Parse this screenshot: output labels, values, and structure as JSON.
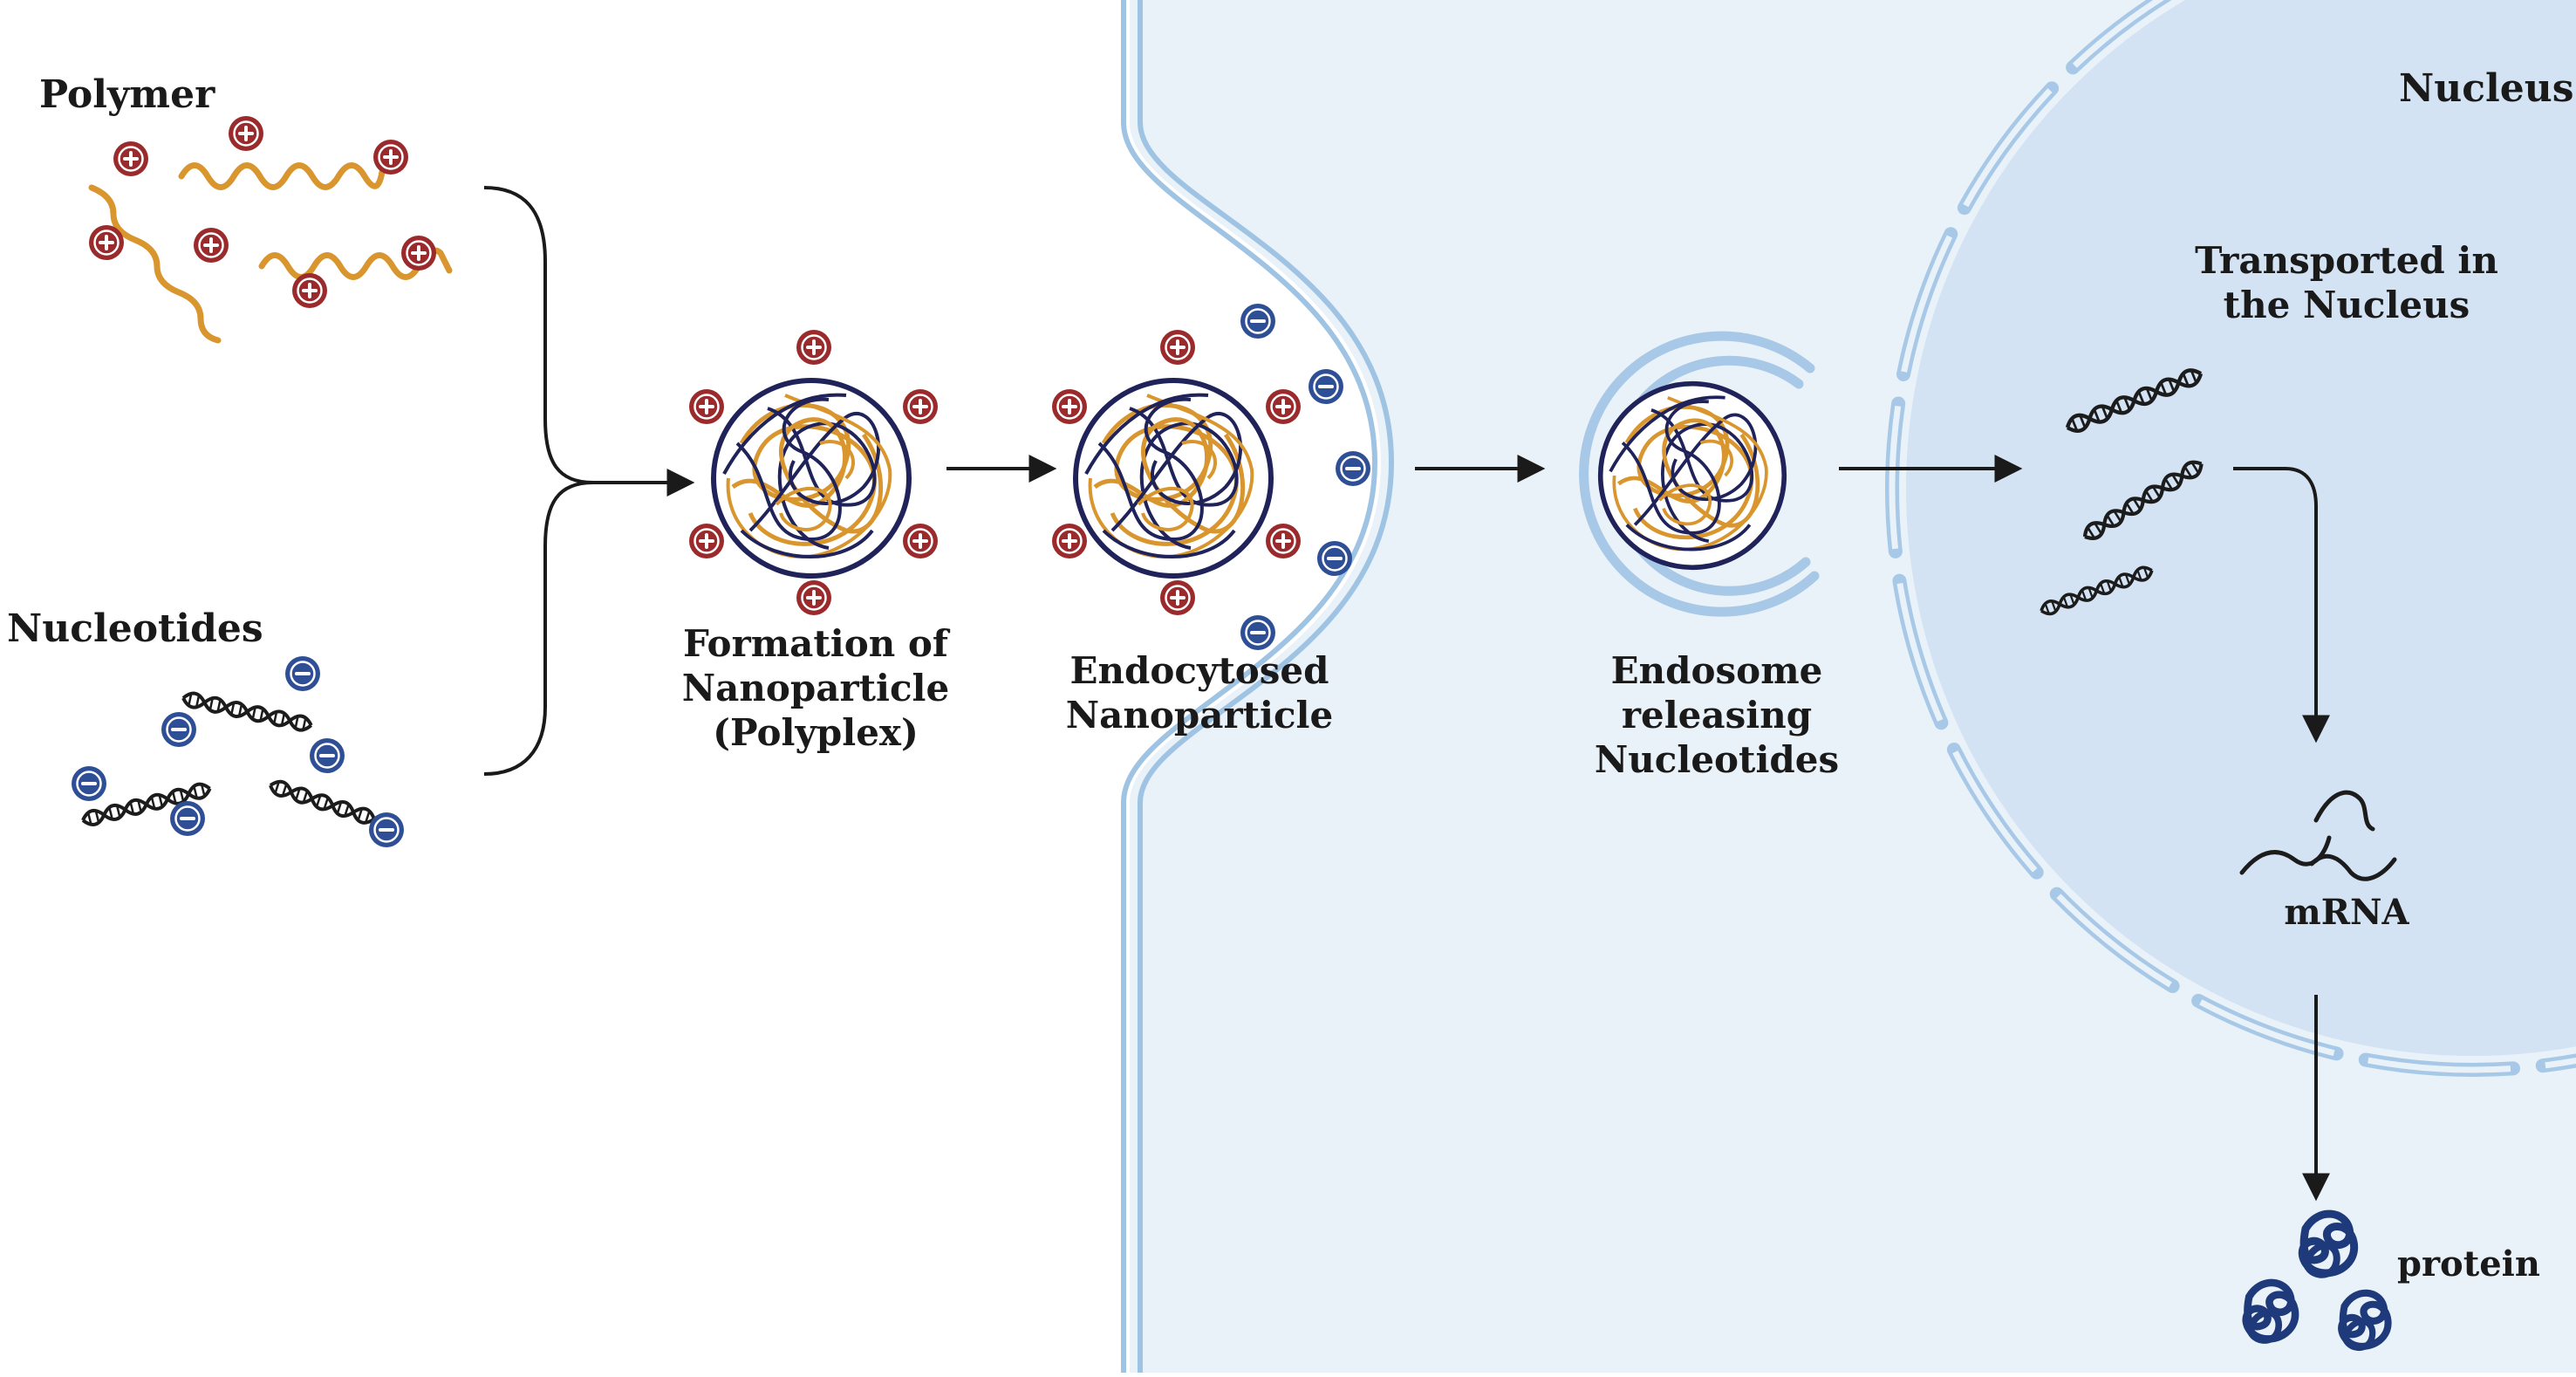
{
  "labels": {
    "polymer": "Polymer",
    "nucleotides": "Nucleotides",
    "formation": [
      "Formation of",
      "Nanoparticle",
      "(Polyplex)"
    ],
    "endocytosed": [
      "Endocytosed",
      "Nanoparticle"
    ],
    "endosome": [
      "Endosome",
      "releasing",
      "Nucleotides"
    ],
    "nucleus": "Nucleus",
    "transported": [
      "Transported in",
      "the Nucleus"
    ],
    "mrna": "mRNA",
    "protein": "protein"
  },
  "colors": {
    "cell_fill": "#e9f1f9",
    "membrane": "#9fc3e3",
    "nucleus_fill": "#d3e3f3",
    "polymer_orange": "#d9962e",
    "positive_charge": "#9a2a2c",
    "negative_charge": "#2e4f95",
    "strand_dark": "#1c1c1c",
    "polyplex_navy": "#20235a",
    "protein_navy": "#1e3a7a"
  },
  "icons": [
    "plus-charge-icon",
    "minus-charge-icon",
    "dna-helix-icon",
    "polyplex-icon",
    "protein-icon",
    "arrow-icon"
  ]
}
